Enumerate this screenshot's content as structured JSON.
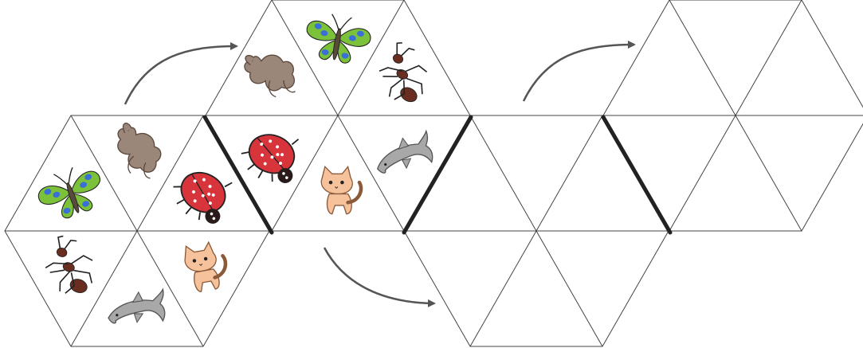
{
  "diagram": {
    "hexagons": [
      {
        "id": "hex-left",
        "cells": [
          "butterfly",
          "dog",
          "ladybug",
          "cat",
          "dolphin",
          "ant"
        ]
      },
      {
        "id": "hex-top",
        "cells": [
          "dog",
          "butterfly",
          "ant",
          "dolphin",
          "cat",
          "ladybug"
        ]
      },
      {
        "id": "hex-mid-bottom",
        "cells": [
          "",
          "",
          "",
          "",
          "",
          ""
        ]
      },
      {
        "id": "hex-top-right",
        "cells": [
          "",
          "",
          "",
          "",
          "",
          ""
        ]
      }
    ],
    "legend": [],
    "colors": {
      "dog": "#9b8779",
      "butterfly_wing": "#7bc23a",
      "butterfly_spot": "#3a6fd8",
      "ant": "#6a2e20",
      "ladybug": "#d8343c",
      "cat": "#f6c29b",
      "dolphin": "#a8a8a8",
      "line": "#444444",
      "fold": "#222222"
    }
  }
}
